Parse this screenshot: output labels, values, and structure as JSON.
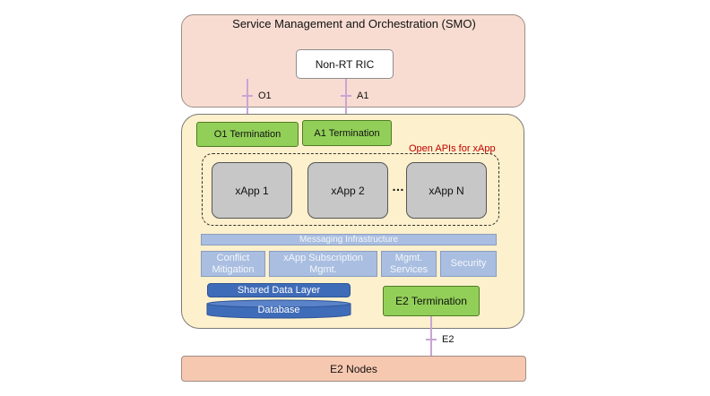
{
  "smo": {
    "title": "Service Management and Orchestration (SMO)",
    "non_rt_ric": "Non-RT RIC"
  },
  "interfaces": {
    "o1": "O1",
    "a1": "A1",
    "e2": "E2"
  },
  "ric": {
    "o1_termination": "O1 Termination",
    "a1_termination": "A1 Termination",
    "open_apis_label": "Open APIs for xApp",
    "xapps": [
      "xApp 1",
      "xApp 2",
      "xApp N"
    ],
    "ellipsis": "…",
    "messaging_infrastructure": "Messaging Infrastructure",
    "services": [
      "Conflict Mitigation",
      "xApp Subscription Mgmt.",
      "Mgmt. Services",
      "Security"
    ],
    "shared_data_layer": "Shared Data Layer",
    "database": "Database",
    "e2_termination": "E2 Termination"
  },
  "e2_nodes": "E2 Nodes",
  "colors": {
    "smo_fill": "#f8dcd2",
    "ric_fill": "#fdf0cc",
    "termination_green": "#92cf58",
    "xapp_gray": "#c7c7c7",
    "service_blue": "#a9bee0",
    "data_blue": "#3f6cb8",
    "e2_nodes_fill": "#f7c8b0",
    "link_purple": "#c9a4d4",
    "open_api_red": "#c00000"
  }
}
